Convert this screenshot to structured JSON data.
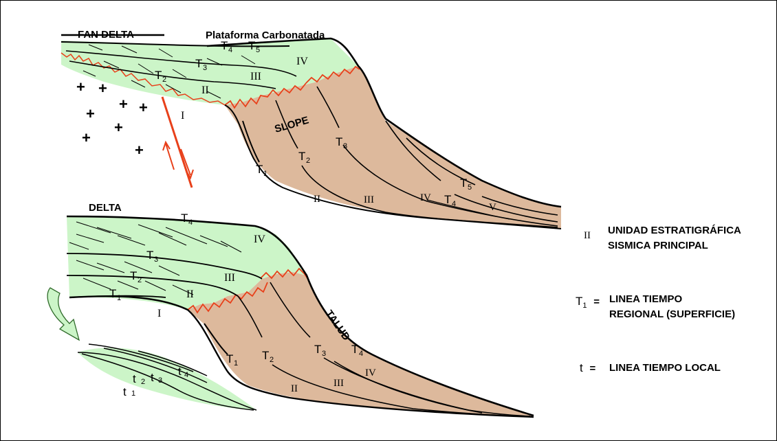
{
  "colors": {
    "shelf": "#ccf5c8",
    "slope_fill": "#ddb99c",
    "fault": "#e8401a",
    "line": "#000000"
  },
  "upper": {
    "fan_delta": "FAN DELTA",
    "plataforma": "Plataforma Carbonatada",
    "top_label": "T",
    "top_sub1": "4",
    "dash": "-",
    "top_sub2": "5",
    "slope": "SLOPE",
    "t3_shelf": "T",
    "t3_shelf_sub": "3",
    "t2_shelf": "T",
    "t2_shelf_sub": "2",
    "units": [
      "I",
      "II",
      "III",
      "IV",
      "V"
    ],
    "slope_t1": "T",
    "slope_t1_sub": "1",
    "slope_t2": "T",
    "slope_t2_sub": "2",
    "slope_t3": "T",
    "slope_t3_sub": "3",
    "slope_t4": "T",
    "slope_t4_sub": "4",
    "slope_t5": "T",
    "slope_t5_sub": "5",
    "plus": "+"
  },
  "lower": {
    "delta": "DELTA",
    "talud": "TALUD",
    "t_labels": [
      {
        "t": "T",
        "s": "4"
      },
      {
        "t": "T",
        "s": "3"
      },
      {
        "t": "T",
        "s": "2"
      },
      {
        "t": "T",
        "s": "1"
      }
    ],
    "slope_t": [
      {
        "t": "T",
        "s": "1"
      },
      {
        "t": "T",
        "s": "2"
      },
      {
        "t": "T",
        "s": "3"
      },
      {
        "t": "T",
        "s": "4"
      }
    ],
    "units": [
      "I",
      "II",
      "III",
      "IV",
      "II",
      "III",
      "IV"
    ],
    "local": [
      {
        "t": "t",
        "s": "1"
      },
      {
        "t": "t",
        "s": "2"
      },
      {
        "t": "t",
        "s": "3"
      },
      {
        "t": "t",
        "s": "4"
      }
    ]
  },
  "legend": {
    "unit_symbol": "II",
    "unit_line1": "UNIDAD ESTRATIGRÁFICA",
    "unit_line2": "SISMICA PRINCIPAL",
    "t1_symbol": "T",
    "t1_sub": "1",
    "t1_eq": "=",
    "t1_line1": "LINEA TIEMPO",
    "t1_line2": "REGIONAL (SUPERFICIE)",
    "t_symbol": "t",
    "t_eq": "=",
    "t_line1": "LINEA TIEMPO LOCAL"
  }
}
